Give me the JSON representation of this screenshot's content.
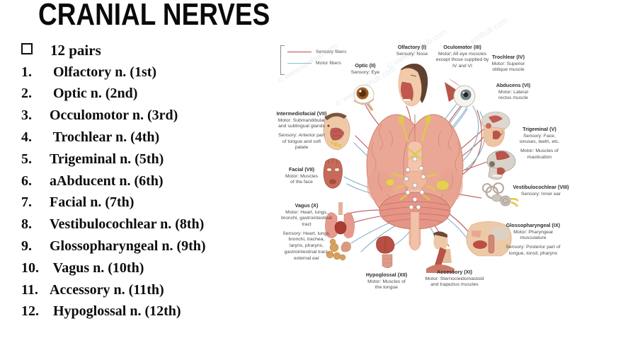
{
  "slide": {
    "title": "CRANIAL NERVES"
  },
  "list": {
    "pairs_label": "12 pairs",
    "items": [
      {
        "num": "1.",
        "label": " Olfactory n. (1st)"
      },
      {
        "num": "2.",
        "label": " Optic n. (2nd)"
      },
      {
        "num": "3.",
        "label": "Occulomotor n. (3rd)"
      },
      {
        "num": "4.",
        "label": " Trochlear n. (4th)"
      },
      {
        "num": "5.",
        "label": "Trigeminal n. (5th)"
      },
      {
        "num": "6.",
        "label": "aAbducent n. (6th)"
      },
      {
        "num": "7.",
        "label": "Facial n. (7th)"
      },
      {
        "num": "8.",
        "label": "Vestibulocochlear n. (8th)"
      },
      {
        "num": "9.",
        "label": "Glossopharyngeal n. (9th)"
      },
      {
        "num": "10.",
        "label": " Vagus n. (10th)"
      },
      {
        "num": "11.",
        "label": "Accessory n. (11th)"
      },
      {
        "num": "12.",
        "label": " Hypoglossal n. (12th)"
      }
    ]
  },
  "diagram": {
    "watermark": "© www.kenhub.com",
    "legend": {
      "sensory": "Sensory fibers",
      "motor": "Motor fibers",
      "sensory_color": "#b5494a",
      "motor_color": "#8fc0c9"
    },
    "labels": [
      {
        "title": "Olfactory (I)",
        "lines": [
          "Sensory: Nose"
        ]
      },
      {
        "title": "Optic (II)",
        "lines": [
          "Sensory: Eye"
        ]
      },
      {
        "title": "Oculomotor (III)",
        "lines": [
          "Motor: All eye muscles",
          "except those supplied by",
          "IV and VI"
        ]
      },
      {
        "title": "Trochlear (IV)",
        "lines": [
          "Motor: Superior",
          "oblique muscle"
        ]
      },
      {
        "title": "Abducens (VI)",
        "lines": [
          "Motor: Lateral",
          "rectus muscle"
        ]
      },
      {
        "title": "Trigeminal (V)",
        "lines": [
          "Sensory: Face,",
          "sinuses, teeth, etc.",
          "Motor: Muscles of",
          "mastication"
        ]
      },
      {
        "title": "Vestibulocochlear (VIII)",
        "lines": [
          "Sensory: Inner ear"
        ]
      },
      {
        "title": "Glossopharyngeal (IX)",
        "lines": [
          "Motor: Pharyngeal",
          "musculature",
          "Sensory: Posterior part of",
          "tongue, tonsil, pharynx"
        ]
      },
      {
        "title": "Vagus (X)",
        "lines": [
          "Motor: Heart, lungs,",
          "bronchi, gastrointestinal",
          "tract",
          "Sensory: Heart, lungs,",
          "bronchi, trachea,",
          "larynx, pharynx,",
          "gastrointestinal tract,",
          "external ear"
        ]
      },
      {
        "title": "Accessory (XI)",
        "lines": [
          "Motor: Sternocleidomastoid",
          "and trapezius muscles"
        ]
      },
      {
        "title": "Hypoglossal (XII)",
        "lines": [
          "Motor: Muscles of",
          "the tongue"
        ]
      },
      {
        "title": "Facial (VII)",
        "lines": [
          "Motor: Muscles",
          "of the face"
        ]
      },
      {
        "title": "Intermediofacial (VII)",
        "lines": [
          "Motor: Submandibular",
          "and sublingual glands",
          "Sensory: Anterior part",
          "of tongue and soft",
          "palate"
        ]
      }
    ]
  }
}
